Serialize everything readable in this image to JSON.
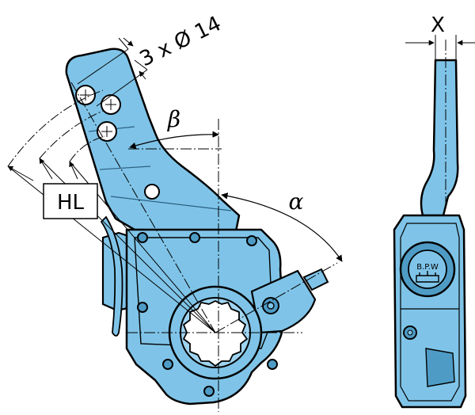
{
  "labels": {
    "holes": "3 x Ø 14",
    "beta": "β",
    "alpha": "α",
    "hl": "HL",
    "x": "X",
    "logo": "B.P.W"
  },
  "colors": {
    "body": "#7fc4e8",
    "body_dark": "#4e9cc6",
    "outline": "#000000",
    "label_box": "#ffffff"
  }
}
